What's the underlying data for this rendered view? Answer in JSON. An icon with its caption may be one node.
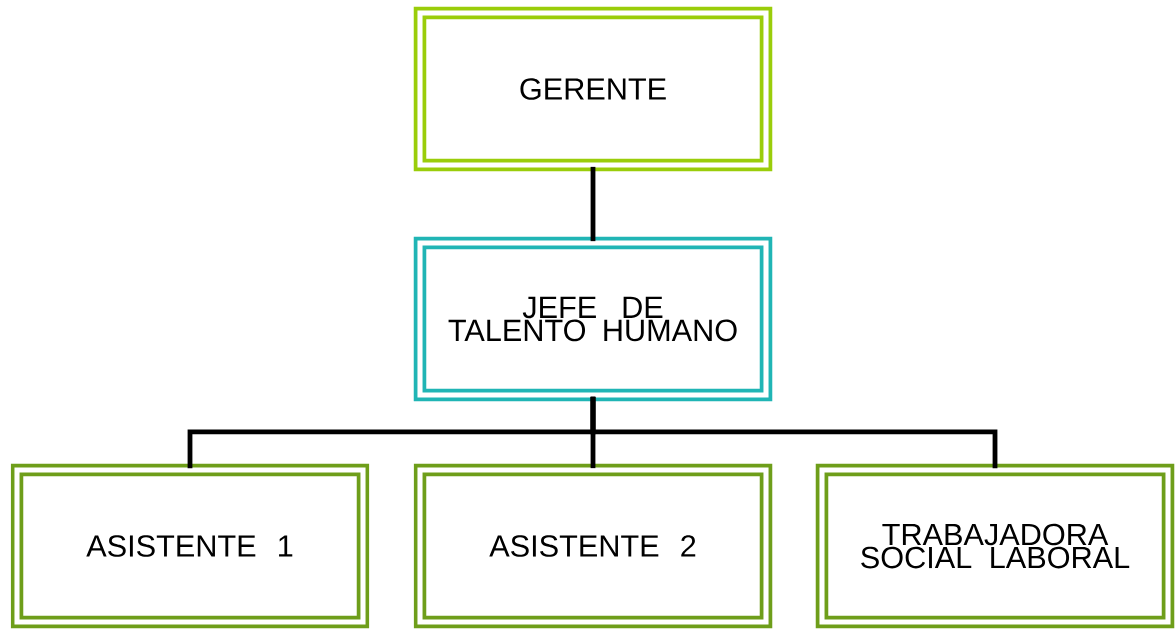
{
  "diagram": {
    "nodes": [
      {
        "text": [
          "GERENTE"
        ]
      },
      {
        "text": [
          "JEFE DE TALENTO HUMANO"
        ]
      },
      {
        "text": [
          "ASISTENTE 1"
        ]
      },
      {
        "text": [
          "ASISTENTE 2"
        ]
      },
      {
        "text": [
          "TRABAJADORA SOCIAL LABORAL"
        ]
      }
    ],
    "edges": [
      {
        "from": 0,
        "to": 1,
        "arrow": "none"
      },
      {
        "from": 1,
        "to": 2,
        "arrow": "none"
      },
      {
        "from": 1,
        "to": 3,
        "arrow": "none"
      },
      {
        "from": 1,
        "to": 4,
        "arrow": "none"
      }
    ]
  }
}
